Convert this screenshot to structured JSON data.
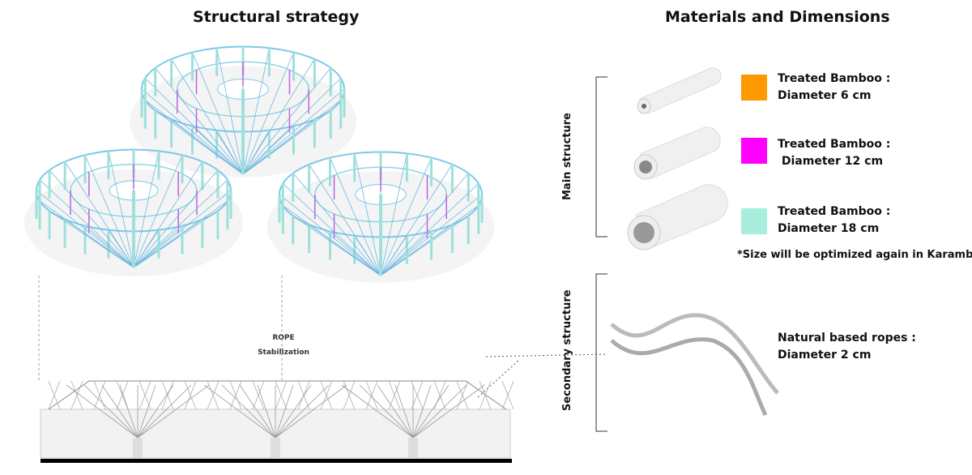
{
  "left": {
    "title": "Structural strategy",
    "rope_label": "ROPE",
    "rope_sublabel": "Stabilization"
  },
  "right": {
    "title": "Materials and Dimensions",
    "main_structure_label": "Main structure",
    "secondary_structure_label": "Secondary structure",
    "materials": [
      {
        "name": "Treated Bamboo :",
        "dimension": "Diameter 6 cm",
        "color": "#FF9900"
      },
      {
        "name": "Treated Bamboo :",
        "dimension": " Diameter 12 cm",
        "color": "#FF00FF"
      },
      {
        "name": "Treated Bamboo :",
        "dimension": "Diameter 18 cm",
        "color": "#A8EEDC"
      }
    ],
    "note": "*Size will be optimized again in Karamba",
    "rope": {
      "name": "Natural based ropes :",
      "dimension": "Diameter 2 cm"
    }
  }
}
